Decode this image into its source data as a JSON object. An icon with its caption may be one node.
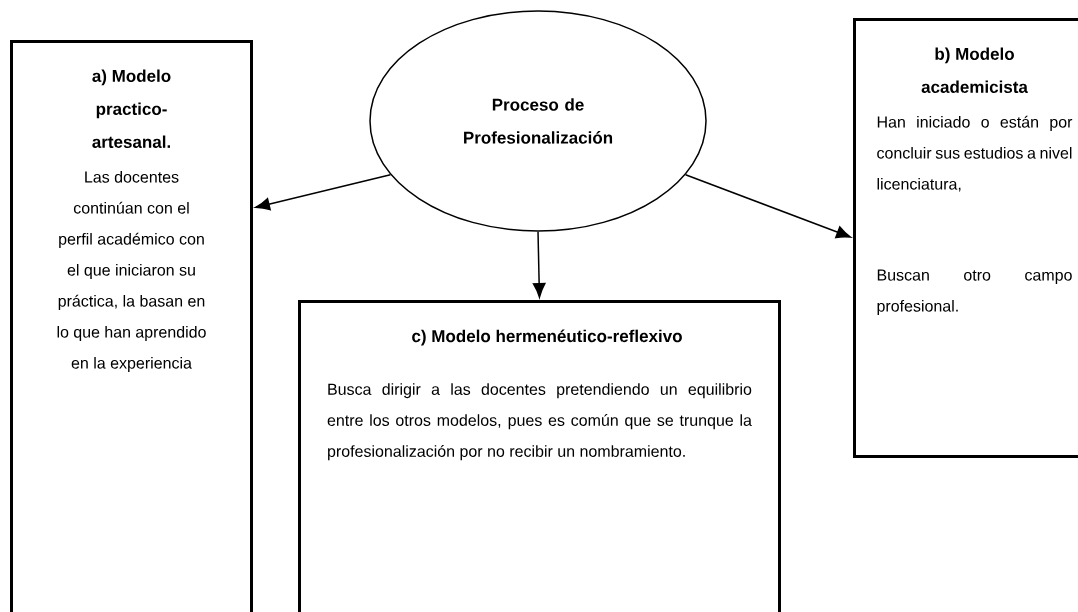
{
  "diagram": {
    "nodes": [
      {
        "text": [
          "Proceso de Profesionalización"
        ]
      },
      {
        "text": [
          "a) Modelo practico-artesanal.",
          "Las docentes continúan con el perfil académico con el que iniciaron su práctica, la basan en lo que han aprendido en la experiencia"
        ]
      },
      {
        "text": [
          "b) Modelo academicista",
          "Han iniciado o están por concluir sus estudios a nivel licenciatura,",
          "Buscan otro campo profesional."
        ]
      },
      {
        "text": [
          "c) Modelo hermenéutico-reflexivo",
          "Busca dirigir a las docentes pretendiendo un equilibrio entre los otros modelos, pues es común que se trunque la profesionalización por no recibir un nombramiento."
        ]
      }
    ],
    "edges": [
      {
        "from": 0,
        "to": 1,
        "arrow": "to"
      },
      {
        "from": 0,
        "to": 3,
        "arrow": "to"
      },
      {
        "from": 0,
        "to": 2,
        "arrow": "to"
      }
    ]
  }
}
